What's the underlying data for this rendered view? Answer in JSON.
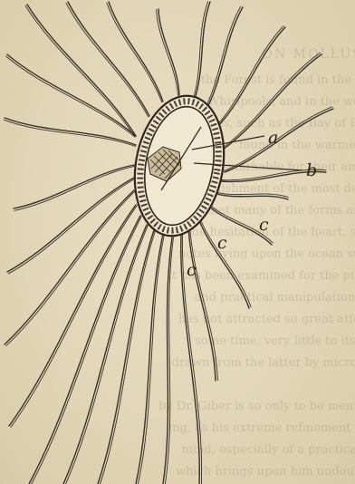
{
  "figure": {
    "labels": {
      "a": "a",
      "b": "b",
      "c1": "c",
      "c2": "c",
      "c3": "c"
    },
    "show_through_text": {
      "heading": "ON MOLLUSCA.",
      "lines": [
        "the Forest is found in the Norse",
        "Whirlpools, and in the western",
        "ones, such as the Bay of Bengal",
        "found in the warmer seas",
        "are remarkable for their amazing",
        "bellishment of the most delicate",
        "that many of the forms are like",
        "the hesitation of the heart, so that",
        "notes living upon the ocean surface",
        "it has been examined for the purpose",
        "and practical manipulations with",
        "has not attracted so great attention",
        "some time, very little to its value",
        "drawn from the latter by microscope",
        "",
        "by Dr. Giber is so only to be mentioned",
        "ing, as his extreme refinement of any",
        "mind, especially of a practical char",
        "which brings upon him undoubtedly"
      ]
    }
  }
}
